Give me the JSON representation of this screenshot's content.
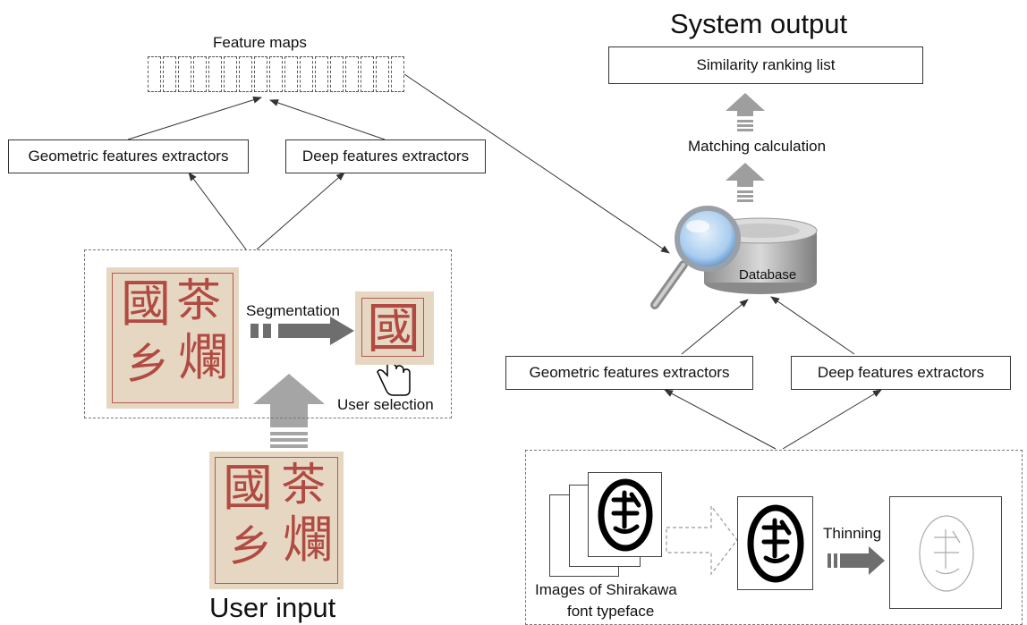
{
  "feature_maps_label": "Feature maps",
  "system_output_title": "System output",
  "similarity_ranking_list": "Similarity ranking list",
  "matching_calculation": "Matching calculation",
  "left": {
    "geometric_extractor": "Geometric features extractors",
    "deep_extractor": "Deep features extractors",
    "segmentation": "Segmentation",
    "user_selection": "User selection",
    "user_input": "User input"
  },
  "right": {
    "database": "Database",
    "geometric_extractor": "Geometric features extractors",
    "deep_extractor": "Deep features extractors",
    "thinning": "Thinning",
    "images_caption_line1": "Images of Shirakawa",
    "images_caption_line2": "font typeface"
  },
  "seal_glyphs": {
    "top_left": "國",
    "top_right": "茶",
    "mid_right": "爛",
    "bottom_left": "乡",
    "selected": "國"
  },
  "colors": {
    "seal_ink": "#b04a42",
    "seal_paper": "#e6d7c3",
    "arrow_gray": "#9a9a9a",
    "arrow_dark": "#6e6e6e",
    "magnifier_lens": "#6fa8dc"
  }
}
